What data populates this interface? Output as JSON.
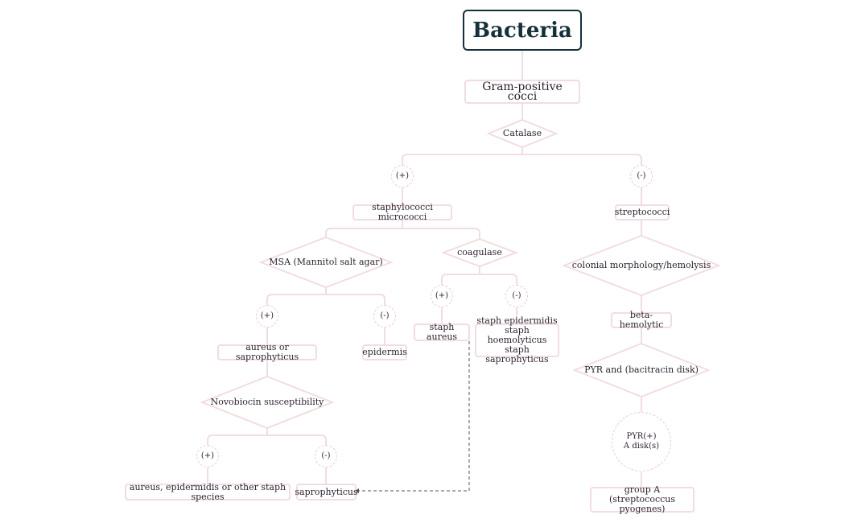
{
  "root": "Bacteria",
  "gram": "Gram-positive cocci",
  "catalase": "Catalase",
  "cat_pos": "(+)",
  "cat_neg": "(-)",
  "staph_micro": "staphylococci micrococci",
  "strepto": "streptococci",
  "msa": "MSA (Mannitol salt agar)",
  "coagulase": "coagulase",
  "colonial": "colonial morphology/hemolysis",
  "msa_pos": "(+)",
  "msa_neg": "(-)",
  "coag_pos": "(+)",
  "coag_neg": "(-)",
  "aureus_sapro": "aureus or saprophyticus",
  "epidermis": "epidermis",
  "staph_aureus": "staph aureus",
  "staph_list": "staph epidermidis\nstaph hoemolyticus\nstaph saprophyticus",
  "beta": "beta-hemolytic",
  "novo": "Novobiocin susceptibility",
  "pyr": "PYR and (bacitracin disk)",
  "novo_pos": "(+)",
  "novo_neg": "(-)",
  "pyr_circle": "PYR(+)\nA disk(s)",
  "aureus_epi": "aureus, epidermidis or other staph species",
  "sapro": "saprophyticus",
  "group_a": "group A\n(streptococcus pyogenes)",
  "colors": {
    "line": "#f2dce3",
    "dashed": "#555555",
    "root_border": "#16303a"
  }
}
